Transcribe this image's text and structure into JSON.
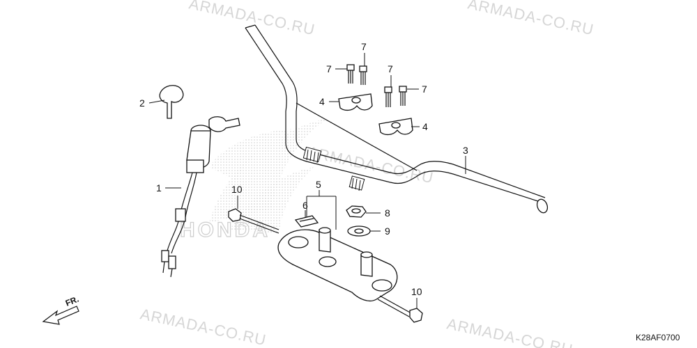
{
  "diagram": {
    "drawing_code": "K28AF0700",
    "direction_label": "FR.",
    "watermark_text": "ARMADA-CO.RU",
    "logo_text": "HONDA",
    "colors": {
      "line": "#111111",
      "watermark": "#d6d6d6",
      "background": "#ffffff"
    },
    "callouts": [
      {
        "id": "c1",
        "text": "1",
        "part": "ignition-switch"
      },
      {
        "id": "c2",
        "text": "2",
        "part": "key"
      },
      {
        "id": "c3",
        "text": "3",
        "part": "handlebar"
      },
      {
        "id": "c4a",
        "text": "4",
        "part": "handlebar-upper-holder"
      },
      {
        "id": "c4b",
        "text": "4",
        "part": "handlebar-upper-holder"
      },
      {
        "id": "c5",
        "text": "5",
        "part": "handlebar-lower-holder"
      },
      {
        "id": "c6",
        "text": "6",
        "part": "ignition-switch-cover"
      },
      {
        "id": "c7a",
        "text": "7",
        "part": "holder-bolt"
      },
      {
        "id": "c7b",
        "text": "7",
        "part": "holder-bolt"
      },
      {
        "id": "c7c",
        "text": "7",
        "part": "holder-bolt"
      },
      {
        "id": "c7d",
        "text": "7",
        "part": "holder-bolt"
      },
      {
        "id": "c8",
        "text": "8",
        "part": "nut"
      },
      {
        "id": "c9",
        "text": "9",
        "part": "washer"
      },
      {
        "id": "c10a",
        "text": "10",
        "part": "flange-bolt"
      },
      {
        "id": "c10b",
        "text": "10",
        "part": "flange-bolt"
      }
    ]
  }
}
